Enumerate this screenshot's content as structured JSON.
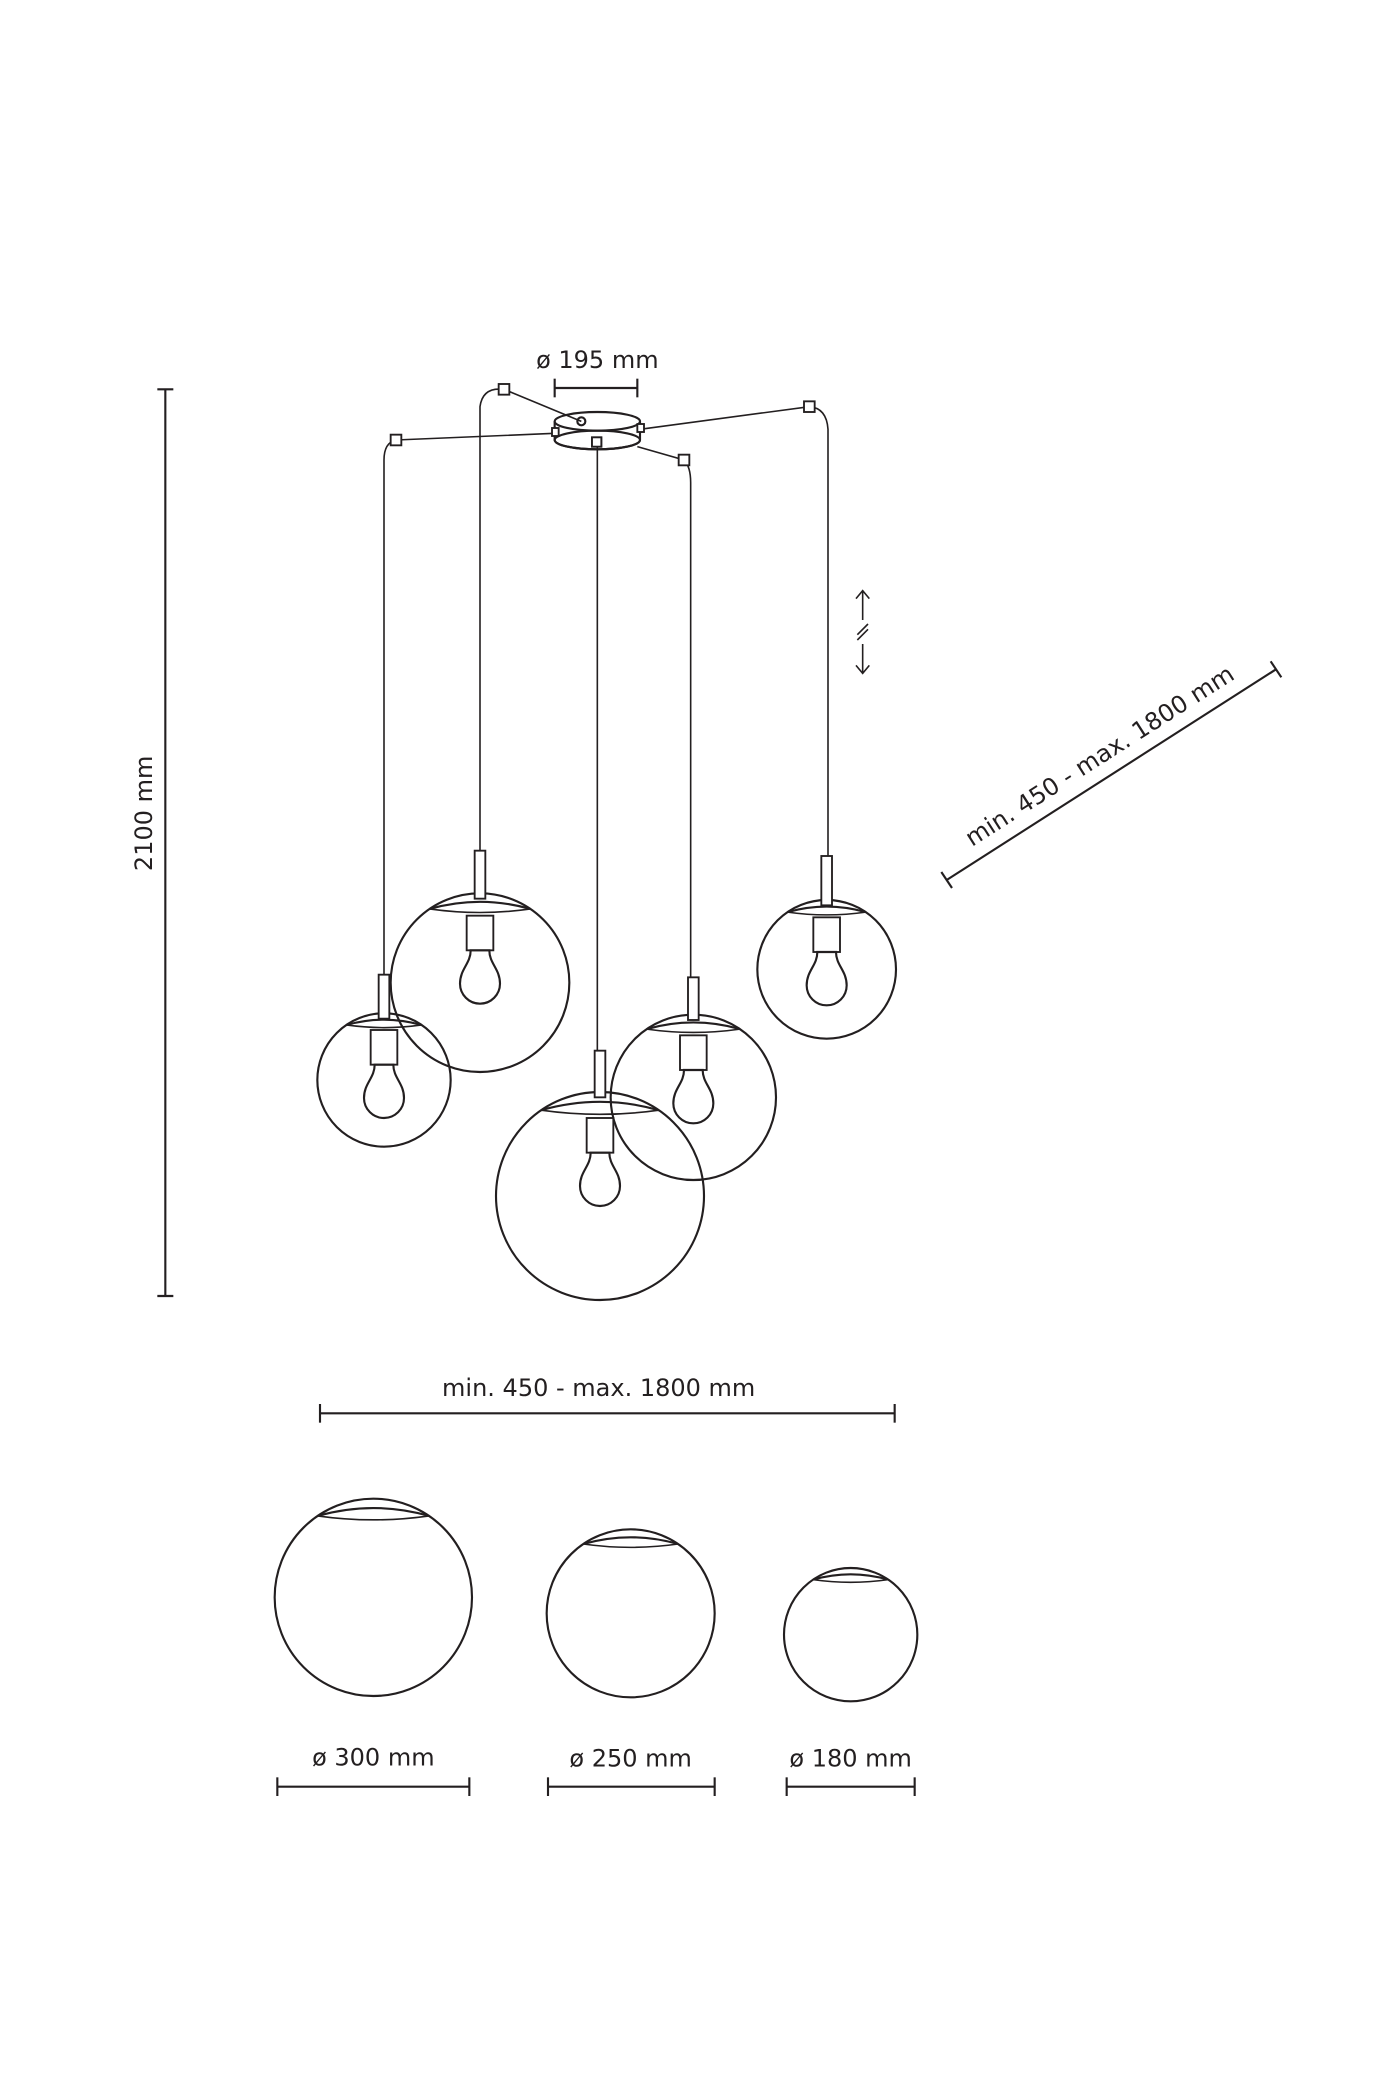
{
  "title": "Pendant lamp dimension drawing",
  "dimensions": {
    "canopy_diameter": "ø 195 mm",
    "total_height": "2100 mm",
    "cable_length_diagonal": "min. 450 - max. 1800 mm",
    "cable_length_horizontal": "min. 450 - max. 1800 mm"
  },
  "globes": [
    {
      "label": "ø 300 mm"
    },
    {
      "label": "ø 250 mm"
    },
    {
      "label": "ø 180 mm"
    }
  ],
  "colors": {
    "line": "#231f20",
    "background": "#ffffff"
  }
}
